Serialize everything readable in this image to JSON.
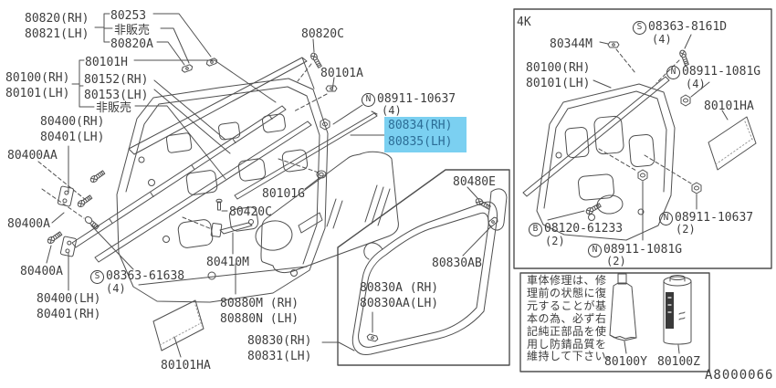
{
  "diagram_code": "A8000066",
  "colors": {
    "highlight_bg": "#7bd0f1",
    "highlight_text": "#2c6d96",
    "line": "#4f4f4f",
    "text": "#3d3d3d"
  },
  "main_view": {
    "labels": {
      "molding_rh_lh": "80820(RH)\n80821(LH)",
      "p80253": "80253",
      "not_sold_1": "非販売",
      "p80820A": "80820A",
      "p80101H": "80101H",
      "door_rh_lh": "80100(RH)\n80101(LH)",
      "p80152": "80152(RH)\n80153(LH)",
      "not_sold_2": "非販売",
      "hinge_upper": "80400(RH)\n80401(LH)",
      "p80400AA": "80400AA",
      "p80400A_upper": "80400A",
      "p80400A_lower": "80400A",
      "hinge_lower": "80400(LH)\n80401(RH)",
      "p80101HA": "80101HA",
      "p80820C": "80820C",
      "p80101A": "80101A",
      "p80101G": "80101G",
      "p80420C": "80420C",
      "p80410M": "80410M",
      "p80880": "80880M (RH)\n80880N (LH)",
      "p80830": "80830(RH)\n80831(LH)",
      "p80830A": "80830A (RH)\n80830AA(LH)",
      "p80480E": "80480E",
      "p80830AB": "80830AB",
      "highlighted": "80834(RH)\n80835(LH)"
    },
    "fasteners": {
      "s61638": {
        "prefix": "S",
        "number": "08363-61638",
        "qty": "(4)"
      },
      "n10637": {
        "prefix": "N",
        "number": "08911-10637",
        "qty": "(4)"
      }
    }
  },
  "inset_4k": {
    "tag": "4K",
    "labels": {
      "p80344M": "80344M",
      "door_rh_lh": "80100(RH)\n80101(LH)",
      "p80101HA": "80101HA"
    },
    "fasteners": {
      "s8161D": {
        "prefix": "S",
        "number": "08363-8161D",
        "qty": "(4)"
      },
      "n1081G_a": {
        "prefix": "N",
        "number": "08911-1081G",
        "qty": "(4)"
      },
      "b61233": {
        "prefix": "B",
        "number": "08120-61233",
        "qty": "(2)"
      },
      "n1081G_b": {
        "prefix": "N",
        "number": "08911-1081G",
        "qty": "(2)"
      },
      "n10637_b": {
        "prefix": "N",
        "number": "08911-10637",
        "qty": "(2)"
      }
    }
  },
  "note_box": {
    "text": "車体修理は、修\n理前の状態に復\n元することが基\n本の為、必ず右\n記純正部品を使\n用し防錆品質を\n維持して下さい。",
    "sealant_tube": "80100Y",
    "rust_spray": "80100Z"
  }
}
